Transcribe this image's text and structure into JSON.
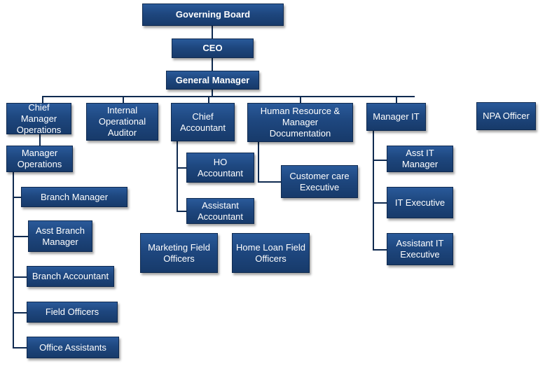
{
  "org": {
    "governing_board": "Governing Board",
    "ceo": "CEO",
    "general_manager": "General Manager",
    "chief_manager_operations": "Chief Manager\nOperations",
    "internal_operational_auditor": "Internal\nOperational\nAuditor",
    "chief_accountant": "Chief\nAccountant",
    "human_resource_manager_documentation": "Human Resource &\nManager\nDocumentation",
    "manager_it": "Manager IT",
    "npa_officer": "NPA Officer",
    "manager_operations": "Manager\nOperations",
    "ho_accountant": "HO Accountant",
    "assistant_accountant": "Assistant\nAccountant",
    "customer_care_executive": "Customer  care\nExecutive",
    "asst_it_manager": "Asst IT\nManager",
    "it_executive": "IT Executive",
    "assistant_it_executive": "Assistant IT\nExecutive",
    "branch_manager": "Branch Manager",
    "asst_branch_manager": "Asst Branch\nManager",
    "branch_accountant": "Branch Accountant",
    "field_officers": "Field Officers",
    "office_assistants": "Office Assistants",
    "marketing_field_officers": "Marketing Field\nOfficers",
    "home_loan_field_officers": "Home Loan Field\nOfficers"
  },
  "colors": {
    "box_fill": "#1e477f",
    "box_border": "#0f2a50",
    "text": "#ffffff",
    "connector": "#0f2a50"
  }
}
